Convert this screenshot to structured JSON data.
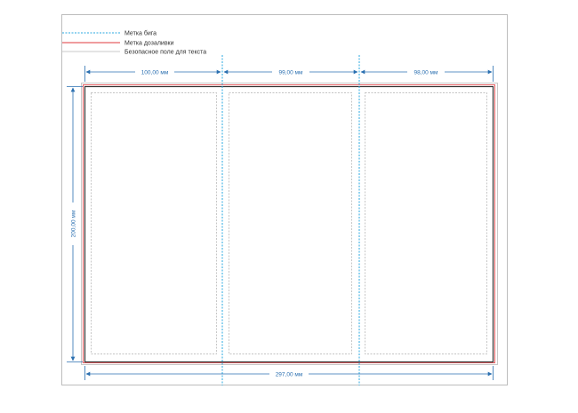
{
  "legend": {
    "fold": "Метка бига",
    "bleed": "Метка дозаливки",
    "safe": "Безопасное поле для текста"
  },
  "dimensions": {
    "panel_left": "100,00 мм",
    "panel_middle": "99,00 мм",
    "panel_right": "98,00 мм",
    "height": "200,00 мм",
    "total_width": "297,00 мм"
  },
  "colors": {
    "fold": "#29a8e0",
    "bleed": "#e0393e",
    "safe": "#b0b0b0",
    "dimension": "#2a6fb0"
  }
}
